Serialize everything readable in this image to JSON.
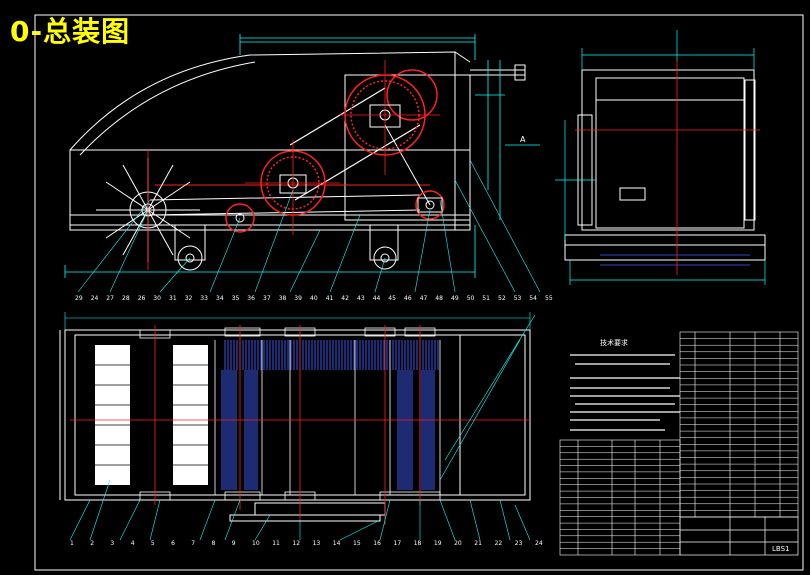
{
  "drawing": {
    "title": "0-总装图",
    "section_label": "A",
    "tech_req_title": "技术要求",
    "part_no": "LBS1",
    "top_callouts": [
      "29",
      "24",
      "27",
      "28",
      "26",
      "30",
      "31",
      "32",
      "33",
      "34",
      "35",
      "36",
      "37",
      "38",
      "39",
      "40",
      "41",
      "42",
      "43",
      "44",
      "45",
      "46",
      "47",
      "48",
      "49",
      "50",
      "51",
      "52",
      "53",
      "54",
      "55"
    ],
    "bottom_callouts": [
      "1",
      "2",
      "3",
      "4",
      "5",
      "6",
      "7",
      "8",
      "9",
      "10",
      "11",
      "12",
      "13",
      "14",
      "15",
      "16",
      "17",
      "18",
      "19",
      "20",
      "21",
      "22",
      "23",
      "24"
    ]
  },
  "colors": {
    "frame": "#ffffff",
    "outline": "#ffffff",
    "centerline": "#ff2020",
    "dimension": "#00ffff",
    "hatch": "#4060ff",
    "title": "#ffff00",
    "table": "#ffffff"
  }
}
